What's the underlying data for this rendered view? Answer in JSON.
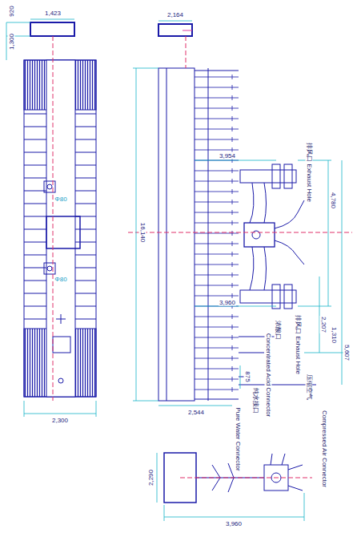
{
  "diagram": {
    "labels": [
      "920",
      "1,300",
      "1,423",
      "Φ80",
      "Φ80",
      "2,300",
      "2,164",
      "16,140",
      "3,954",
      "4,780",
      "3,960",
      "2,207",
      "1,310",
      "5,607",
      "875",
      "2,544",
      "排风口 Exhaust Hole",
      "排风口 Exhaust Hole",
      "浓酸口",
      "Concentrated Acid Connector",
      "压缩空气",
      "Compressed Air Connector",
      "纯水接口",
      "Pure Water Connector",
      "2,290",
      "3,960"
    ]
  }
}
